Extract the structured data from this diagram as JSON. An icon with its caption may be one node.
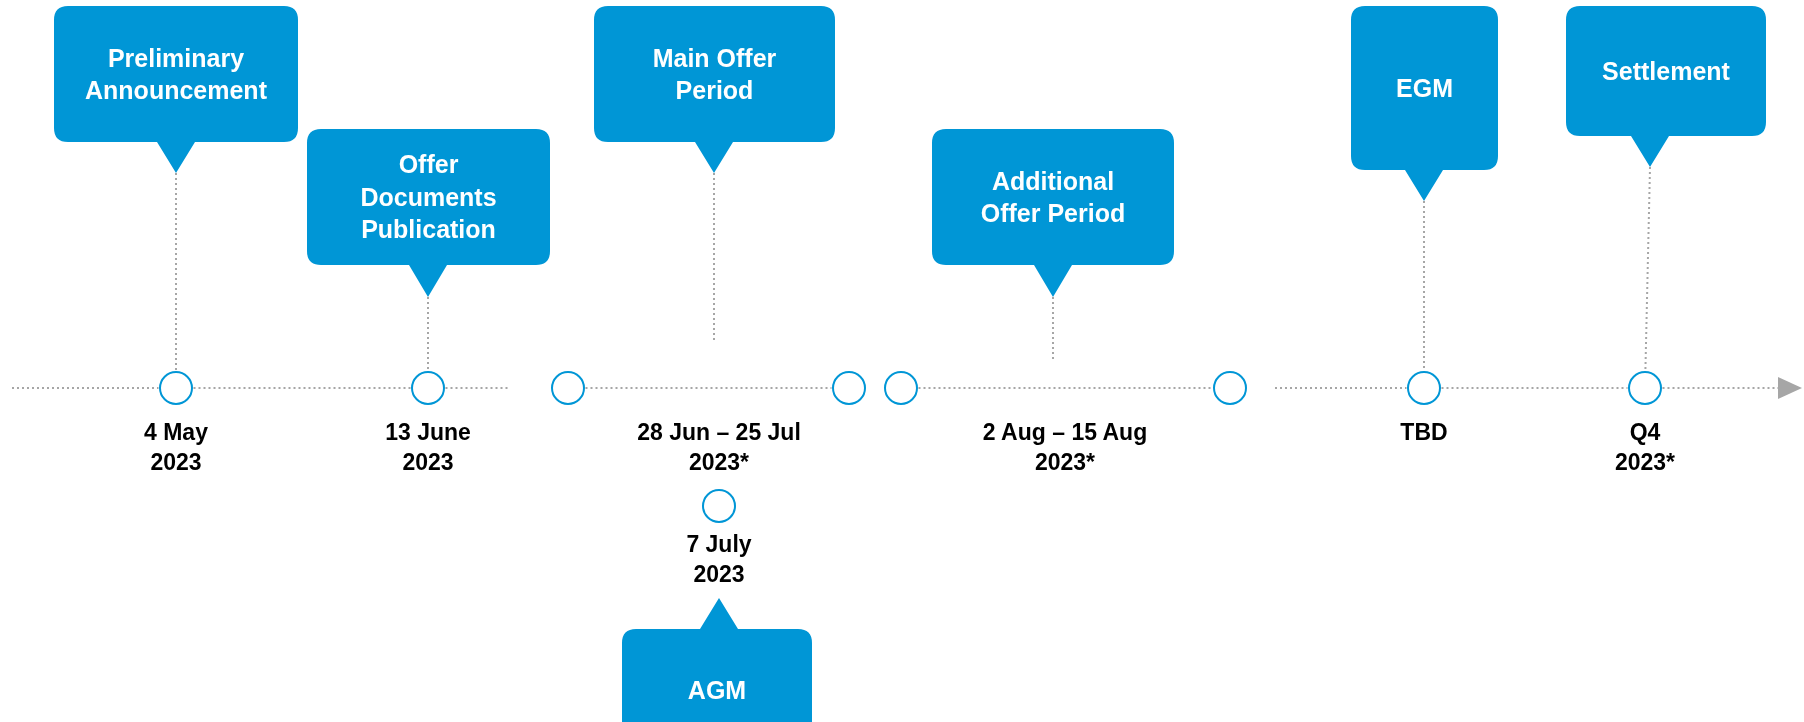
{
  "diagram": {
    "nodes": [
      {
        "text": [
          "Preliminary Announcement"
        ]
      },
      {
        "text": [
          "Offer Documents Publication"
        ]
      },
      {
        "text": [
          "Main Offer Period"
        ]
      },
      {
        "text": [
          "Additional Offer Period"
        ]
      },
      {
        "text": [
          "EGM"
        ]
      },
      {
        "text": [
          "Settlement"
        ]
      },
      {
        "text": [],
        "shape": "circle"
      },
      {
        "text": [],
        "shape": "circle"
      },
      {
        "text": [],
        "shape": "circle"
      },
      {
        "text": [],
        "shape": "circle"
      },
      {
        "text": [],
        "shape": "circle"
      },
      {
        "text": [],
        "shape": "circle"
      },
      {
        "text": [],
        "shape": "circle"
      },
      {
        "text": [],
        "shape": "circle"
      },
      {
        "text": [],
        "shape": "circle"
      },
      {
        "text": [
          "AGM"
        ]
      }
    ],
    "edges": [
      {
        "from": 0,
        "to": 6,
        "arrow": "none"
      },
      {
        "from": 1,
        "to": 7,
        "arrow": "none"
      },
      {
        "from": 2,
        "to": null,
        "arrow": "none"
      },
      {
        "from": 3,
        "to": null,
        "arrow": "none"
      },
      {
        "from": 4,
        "to": 12,
        "arrow": "none"
      },
      {
        "from": 5,
        "to": 13,
        "arrow": "none"
      },
      {
        "from": null,
        "to": 6,
        "arrow": "none"
      },
      {
        "from": 6,
        "to": 7,
        "arrow": "none"
      },
      {
        "from": 7,
        "to": null,
        "arrow": "none"
      },
      {
        "from": 8,
        "to": 9,
        "arrow": "none"
      },
      {
        "from": 10,
        "to": 11,
        "arrow": "none"
      },
      {
        "from": null,
        "to": 12,
        "arrow": "none"
      },
      {
        "from": 12,
        "to": 13,
        "arrow": "none"
      },
      {
        "from": 13,
        "to": null,
        "arrow": "to"
      }
    ],
    "labels": [
      "4 May 2023",
      "13 June 2023",
      "28 Jun – 25 Jul 2023*",
      "2 Aug – 15 Aug 2023*",
      "TBD",
      "Q4 2023*",
      "7 July 2023"
    ]
  }
}
